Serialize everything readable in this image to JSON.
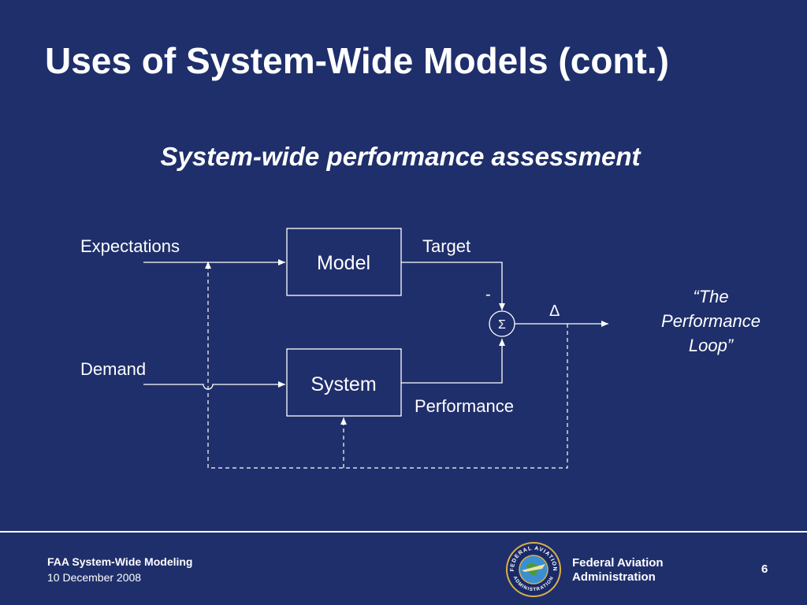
{
  "slide": {
    "title": "Uses of System-Wide Models (cont.)",
    "subtitle": "System-wide performance assessment"
  },
  "diagram": {
    "inputs": {
      "expectations": "Expectations",
      "demand": "Demand"
    },
    "blocks": {
      "model": "Model",
      "system": "System"
    },
    "signals": {
      "target": "Target",
      "performance": "Performance",
      "minus": "-",
      "sum": "Σ",
      "delta": "Δ"
    },
    "caption": {
      "line1": "“The",
      "line2": "Performance",
      "line3": "Loop”"
    }
  },
  "footer": {
    "program": "FAA System-Wide Modeling",
    "date": "10 December 2008",
    "agency_line1": "Federal Aviation",
    "agency_line2": "Administration",
    "page": "6",
    "seal_top": "FEDERAL AVIATION",
    "seal_bottom": "ADMINISTRATION"
  },
  "colors": {
    "background": "#1f2f6b",
    "foreground": "#ffffff"
  }
}
